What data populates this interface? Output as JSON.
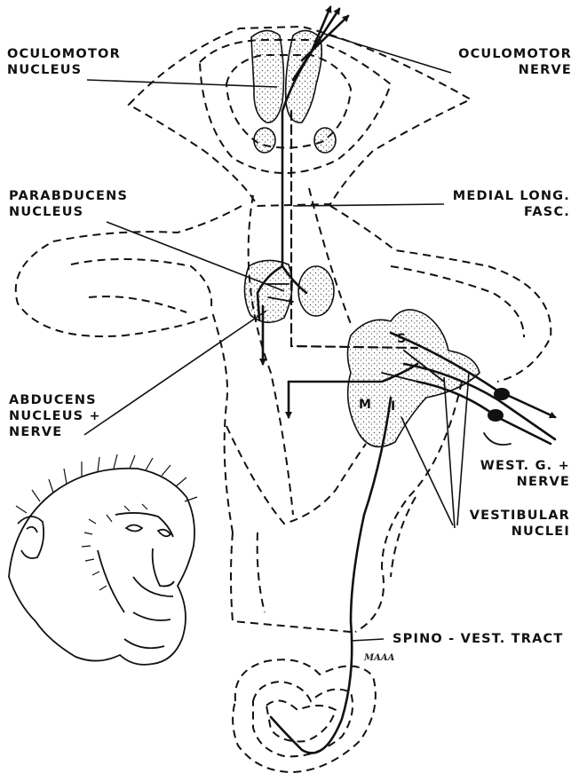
{
  "labels": {
    "oculomotor_nucleus": [
      "OCULOMOTOR",
      "NUCLEUS"
    ],
    "oculomotor_nerve": [
      "OCULOMOTOR",
      "NERVE"
    ],
    "parabducens_nucleus": [
      "PARABDUCENS",
      "NUCLEUS"
    ],
    "medial_long_fasc": [
      "MEDIAL LONG.",
      "FASC."
    ],
    "abducens_nucleus_nerve": [
      "ABDUCENS",
      "NUCLEUS +",
      "NERVE"
    ],
    "vest_g_nerve": [
      "WEST. G. +",
      "NERVE"
    ],
    "vestibular_nuclei": [
      "VESTIBULAR",
      "NUCLEI"
    ],
    "spino_vest_tract": "SPINO - VEST. TRACT"
  },
  "nucleus_letters": {
    "s": "S",
    "m": "M",
    "i": "I"
  },
  "signature": "MAAA",
  "colors": {
    "ink": "#111111",
    "stipple": "#6b6b6b",
    "background": "#ffffff"
  }
}
